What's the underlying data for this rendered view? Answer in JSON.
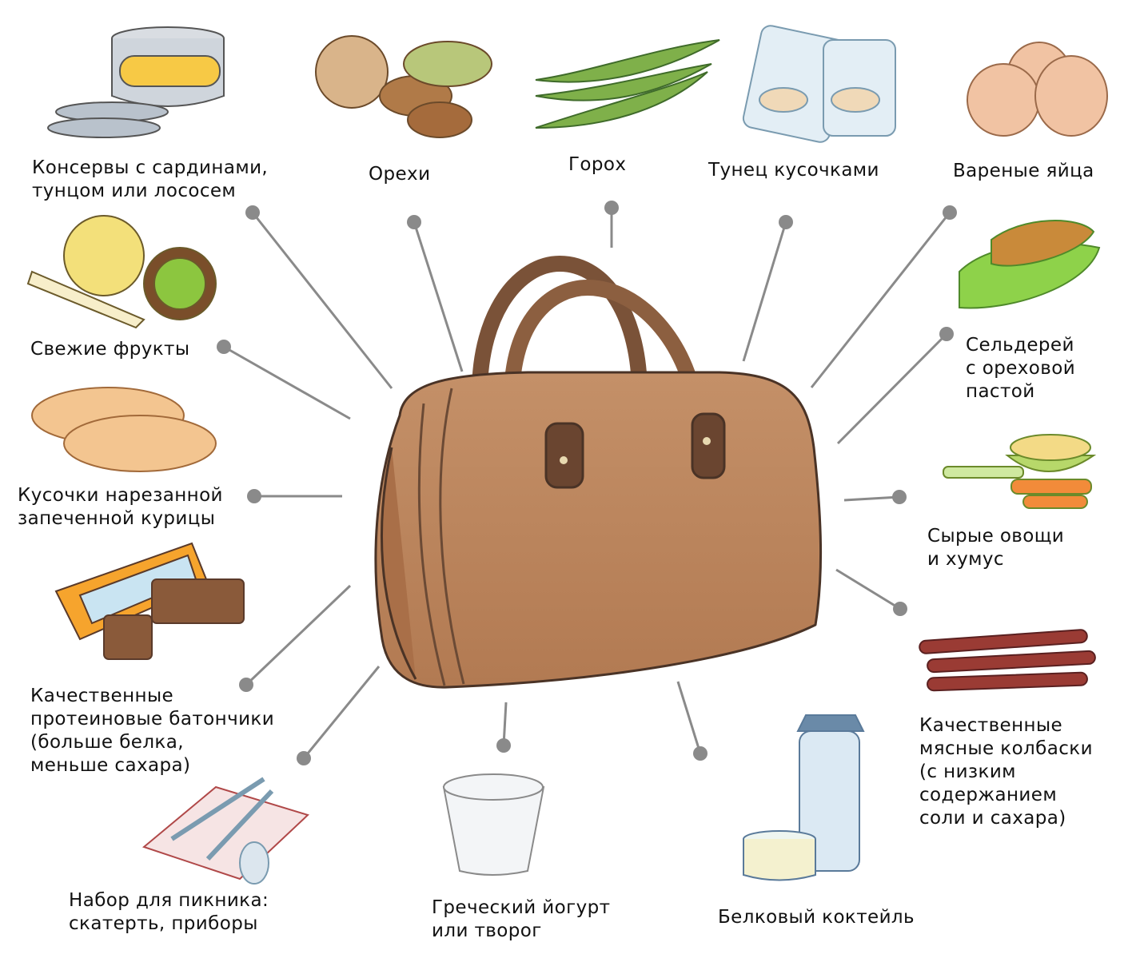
{
  "items": [
    {
      "id": "canned-fish",
      "label": "Консервы с сардинами,\nтунцом или лососем"
    },
    {
      "id": "nuts",
      "label": "Орехи"
    },
    {
      "id": "peas",
      "label": "Горох"
    },
    {
      "id": "tuna-packs",
      "label": "Тунец кусочками"
    },
    {
      "id": "boiled-eggs",
      "label": "Вареные яйца"
    },
    {
      "id": "fresh-fruits",
      "label": "Свежие фрукты"
    },
    {
      "id": "celery-nut-butter",
      "label": "Сельдерей\nс ореховой\nпастой"
    },
    {
      "id": "chicken-slices",
      "label": "Кусочки нарезанной\nзапеченной курицы"
    },
    {
      "id": "raw-veggies-hummus",
      "label": "Сырые овощи\nи хумус"
    },
    {
      "id": "protein-bars",
      "label": "Качественные\nпротеиновые батончики\n(больше белка,\nменьше сахара)"
    },
    {
      "id": "meat-sticks",
      "label": "Качественные\nмясные колбаски\n(с низким\nсодержанием\nсоли и сахара)"
    },
    {
      "id": "picnic-set",
      "label": "Набор для пикника:\nскатерть, приборы"
    },
    {
      "id": "greek-yogurt",
      "label": "Греческий йогурт\nили творог"
    },
    {
      "id": "protein-shake",
      "label": "Белковый коктейль"
    }
  ]
}
